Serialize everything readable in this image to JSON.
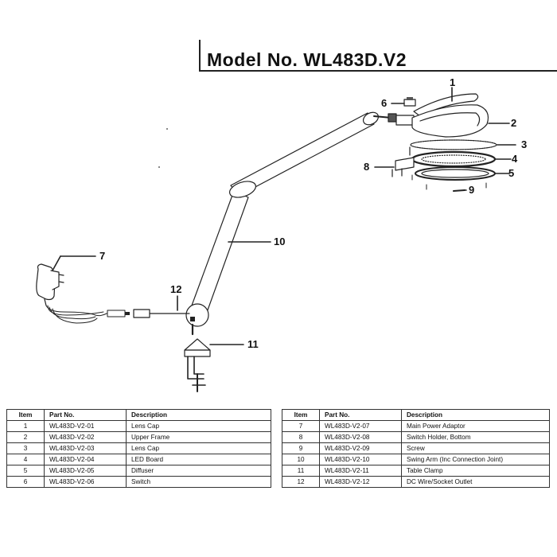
{
  "title": "Model No. WL483D.V2",
  "callouts": [
    "1",
    "2",
    "3",
    "4",
    "5",
    "6",
    "7",
    "8",
    "9",
    "10",
    "11",
    "12"
  ],
  "table": {
    "headers": [
      "Item",
      "Part No.",
      "Description"
    ],
    "left_rows": [
      {
        "item": "1",
        "part": "WL483D-V2-01",
        "desc": "Lens Cap"
      },
      {
        "item": "2",
        "part": "WL483D-V2-02",
        "desc": "Upper Frame"
      },
      {
        "item": "3",
        "part": "WL483D-V2-03",
        "desc": "Lens Cap"
      },
      {
        "item": "4",
        "part": "WL483D-V2-04",
        "desc": "LED Board"
      },
      {
        "item": "5",
        "part": "WL483D-V2-05",
        "desc": "Diffuser"
      },
      {
        "item": "6",
        "part": "WL483D-V2-06",
        "desc": "Switch"
      }
    ],
    "right_rows": [
      {
        "item": "7",
        "part": "WL483D-V2-07",
        "desc": "Main Power Adaptor"
      },
      {
        "item": "8",
        "part": "WL483D-V2-08",
        "desc": "Switch Holder, Bottom"
      },
      {
        "item": "9",
        "part": "WL483D-V2-09",
        "desc": "Screw"
      },
      {
        "item": "10",
        "part": "WL483D-V2-10",
        "desc": "Swing Arm (Inc Connection Joint)"
      },
      {
        "item": "11",
        "part": "WL483D-V2-11",
        "desc": "Table Clamp"
      },
      {
        "item": "12",
        "part": "WL483D-V2-12",
        "desc": "DC Wire/Socket Outlet"
      }
    ]
  }
}
